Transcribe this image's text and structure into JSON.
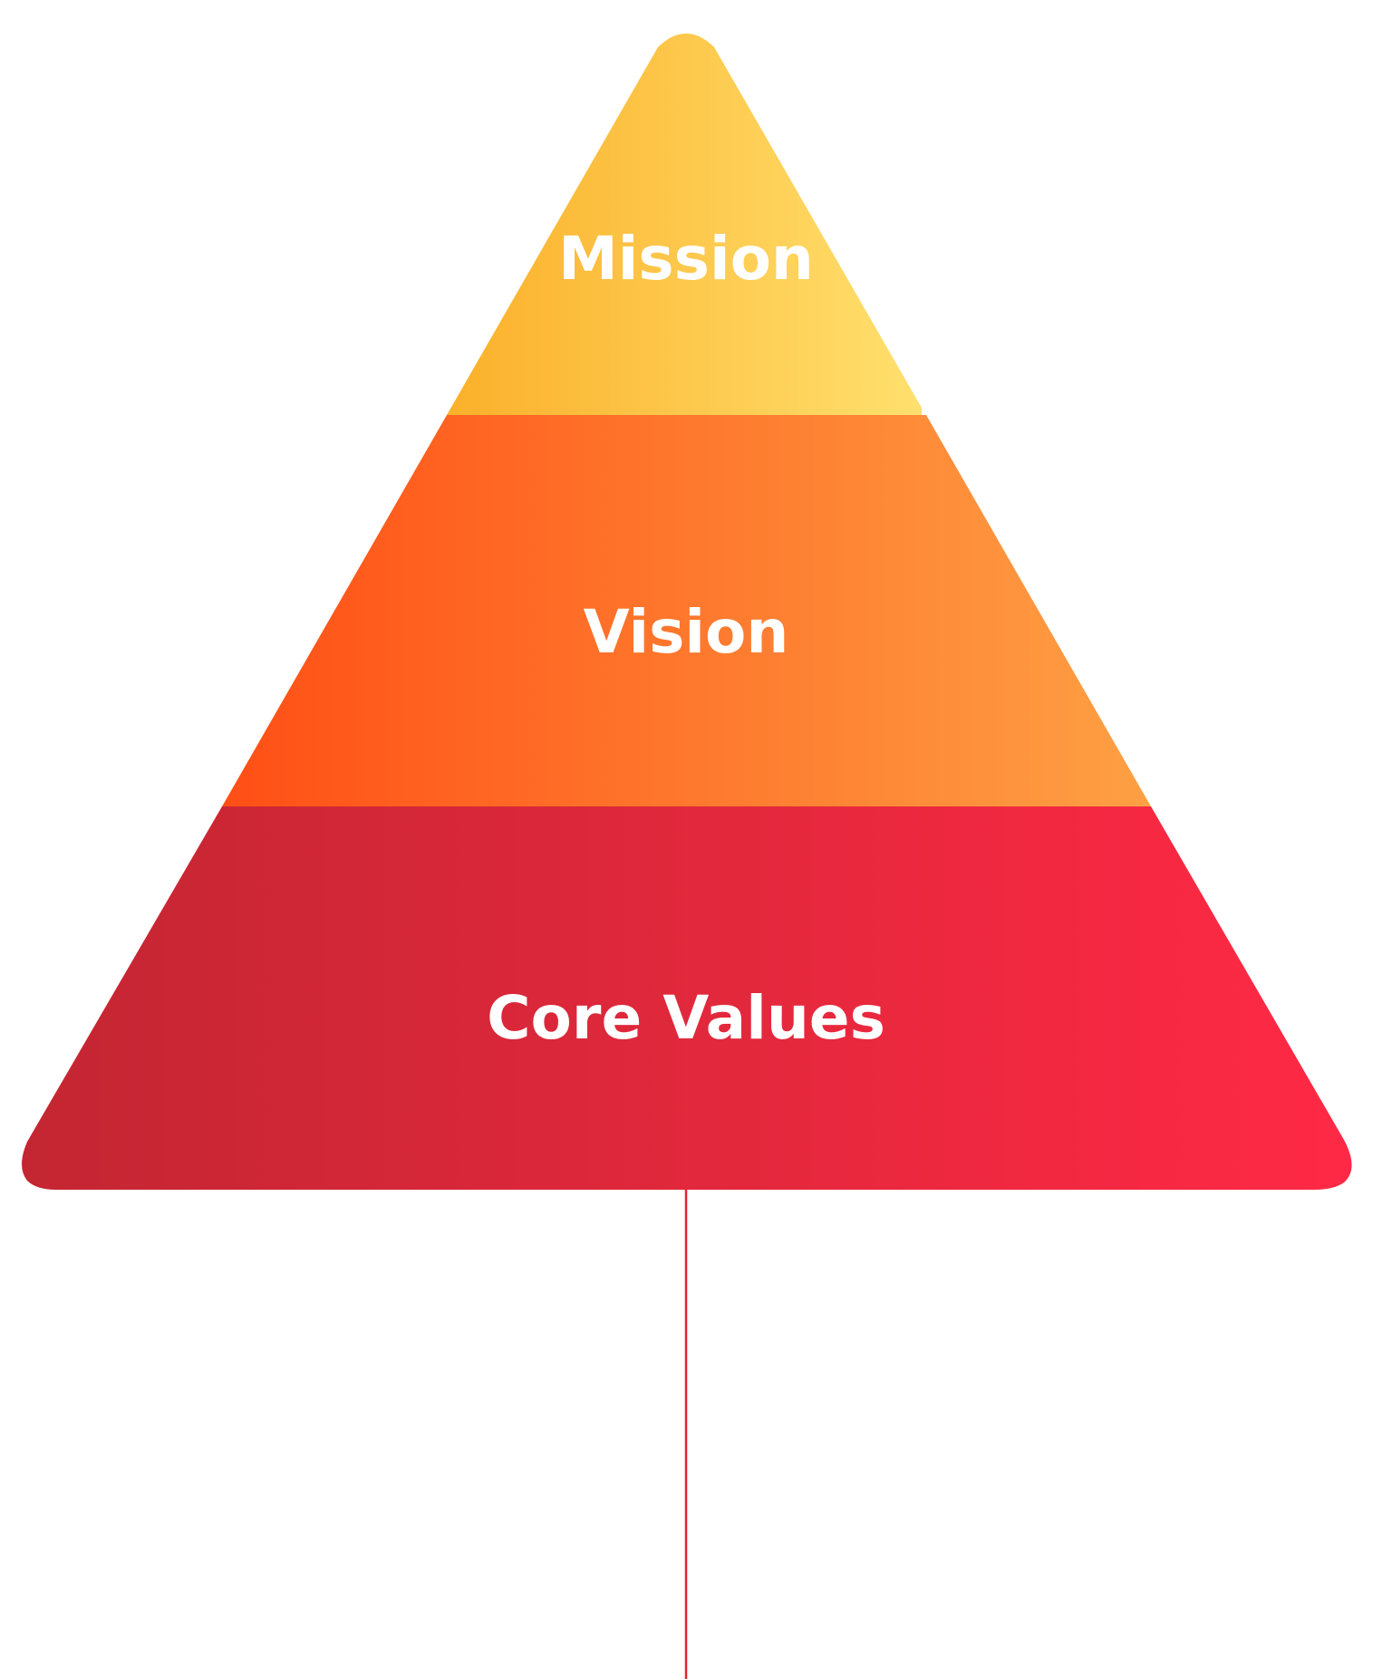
{
  "pyramid": {
    "tiers": [
      {
        "label": "Mission",
        "gradient_start": "#fbb02a",
        "gradient_end": "#ffe06e"
      },
      {
        "label": "Vision",
        "gradient_start": "#ff4f16",
        "gradient_end": "#fea044"
      },
      {
        "label": "Core Values",
        "gradient_start": "#c32632",
        "gradient_end": "#ff2945"
      }
    ],
    "connector_color": "#e02530"
  }
}
